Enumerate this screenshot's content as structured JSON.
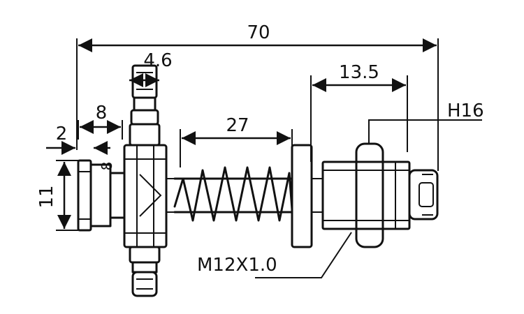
{
  "dimensions": {
    "overall_length": "70",
    "hex_thickness": "4.6",
    "flange_width": "8",
    "step_width": "2",
    "inner_step": "8",
    "head_height": "11",
    "spring_length": "27",
    "nut_length": "13.5",
    "hex_size": "H16",
    "thread_spec": "M12X1.0"
  }
}
